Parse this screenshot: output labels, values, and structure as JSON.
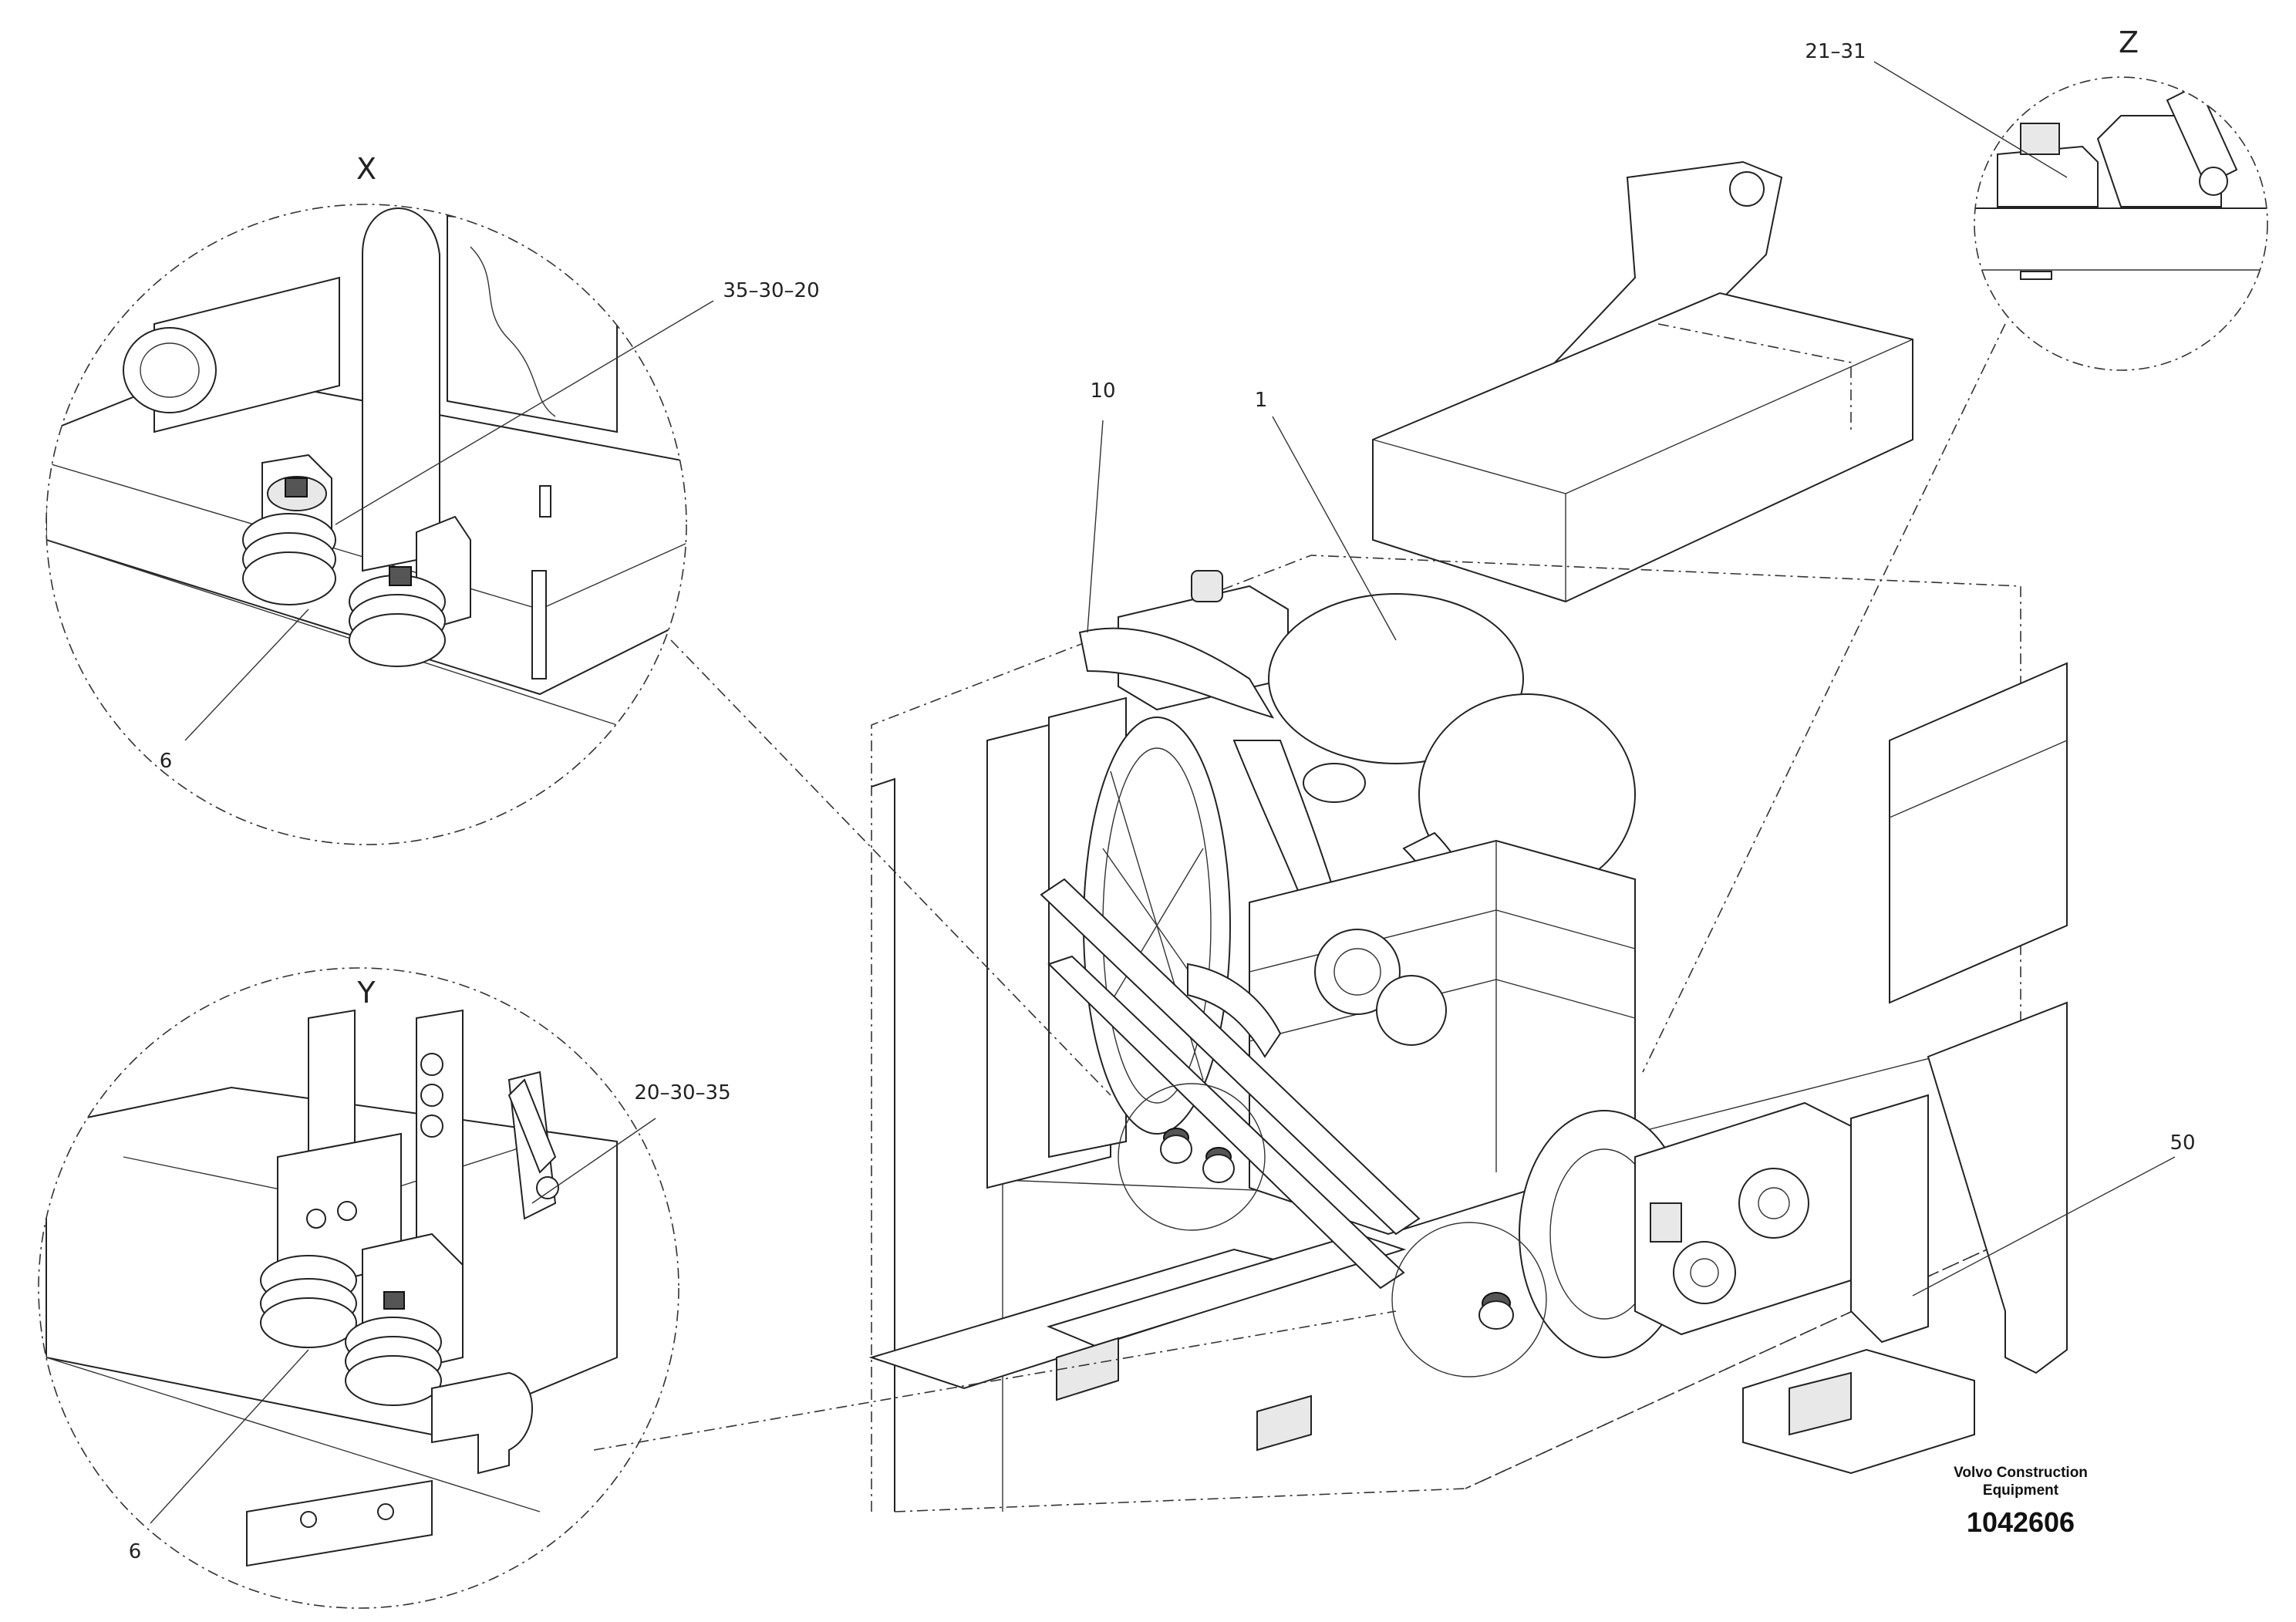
{
  "views": {
    "x": {
      "label": "X"
    },
    "y": {
      "label": "Y"
    },
    "z": {
      "label": "Z"
    }
  },
  "callouts": {
    "ref_35_30_20": "35–30–20",
    "ref_6_view_x": "6",
    "ref_20_30_35": "20–30–35",
    "ref_6_view_y": "6",
    "ref_21_31": "21–31",
    "ref_10": "10",
    "ref_1": "1",
    "ref_50": "50"
  },
  "title_block": {
    "company_line1": "Volvo Construction",
    "company_line2": "Equipment",
    "drawing_number": "1042606"
  }
}
